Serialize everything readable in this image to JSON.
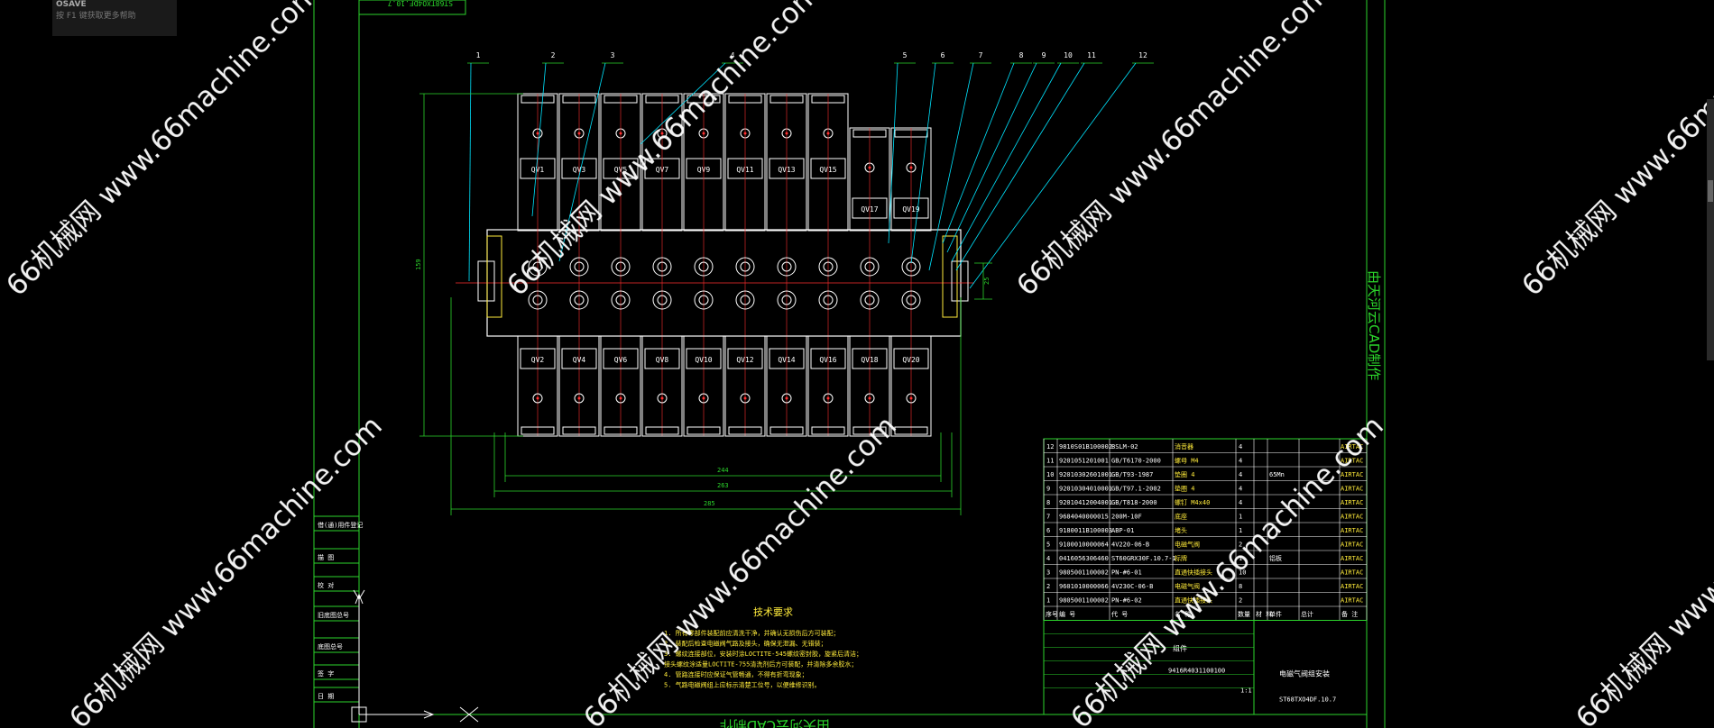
{
  "osave": {
    "title": "OSAVE",
    "line": "按 F1 键获取更多帮助"
  },
  "top_stamp": "ST68TXO4DF.10.7",
  "vertical_label": "由天河云CAD制作",
  "bottom_vertical_label": "由天河云CAD制作",
  "watermark": "66机械网 www.66machine.com",
  "balloons": [
    "1",
    "2",
    "3",
    "4",
    "5",
    "6",
    "7",
    "8",
    "9",
    "10",
    "11",
    "12"
  ],
  "valves_top": [
    "QV1",
    "QV3",
    "QV5",
    "QV7",
    "QV9",
    "QV11",
    "QV13",
    "QV15",
    "QV17",
    "QV19"
  ],
  "valves_bottom": [
    "QV2",
    "QV4",
    "QV6",
    "QV8",
    "QV10",
    "QV12",
    "QV14",
    "QV16",
    "QV18",
    "QV20"
  ],
  "dims": {
    "d1": "244",
    "d2": "263",
    "d3": "285",
    "v1": "159",
    "v2": "25"
  },
  "tech": {
    "title": "技术要求",
    "lines": [
      "1. 所有零部件装配前应清洗干净，并确认无损伤后方可装配；",
      "2. 装配后检查电磁阀气路及接头，确保无泄漏、无错装；",
      "3. 螺纹连接部位，安装时涂LOCTITE-545螺纹密封胶，旋紧后清洁；",
      "   接头螺纹涂适量LOCTITE-755清洗剂后方可装配，并清除多余胶水；",
      "4. 管路连接时应保证气管畅通，不得有折弯现象；",
      "5. 气路电磁阀组上应标示清楚工位号，以便维修识别。"
    ]
  },
  "left_tabs": [
    "借(通)用件登记",
    "描 图",
    "校 对",
    "旧底图总号",
    "底图总号",
    "签 字",
    "日 期"
  ],
  "bom": {
    "rows": [
      {
        "n": "12",
        "code": "9810S01B100002",
        "std": "BSLM-02",
        "name": "消音器",
        "q": "4",
        "brand": "AIRTAC"
      },
      {
        "n": "11",
        "code": "9201051201001",
        "std": "GB/T6170-2000",
        "name": "螺母 M4",
        "q": "4",
        "brand": "AIRTAC"
      },
      {
        "n": "10",
        "code": "92010302601001",
        "std": "GB/T93-1987",
        "name": "垫圈 4",
        "q": "4",
        "mat": "65Mn",
        "brand": "AIRTAC"
      },
      {
        "n": "9",
        "code": "92010304010001",
        "std": "GB/T97.1-2002",
        "name": "垫圈 4",
        "q": "4",
        "brand": "AIRTAC"
      },
      {
        "n": "8",
        "code": "92010412004001",
        "std": "GB/T818-2000",
        "name": "螺钉 M4x40",
        "q": "4",
        "brand": "AIRTAC"
      },
      {
        "n": "7",
        "code": "9684040000015",
        "std": "200M-10F",
        "name": "底座",
        "q": "1",
        "brand": "AIRTAC"
      },
      {
        "n": "6",
        "code": "9180011B100003",
        "std": "ABP-01",
        "name": "堵头",
        "q": "1",
        "brand": "AIRTAC"
      },
      {
        "n": "5",
        "code": "9100010000064",
        "std": "4V220-06-B",
        "name": "电磁气阀",
        "q": "2",
        "brand": "AIRTAC"
      },
      {
        "n": "4",
        "code": "0416056306460",
        "std": "ST60GRX30F.10.7-1",
        "name": "标牌",
        "q": "1",
        "mat": "铝板",
        "brand": "AIRTAC"
      },
      {
        "n": "3",
        "code": "9805001100002",
        "std": "PN-#6-01",
        "name": "直通快插接头",
        "q": "10",
        "brand": "AIRTAC"
      },
      {
        "n": "2",
        "code": "9601010000066",
        "std": "4V230C-06-B",
        "name": "电磁气阀",
        "q": "8",
        "brand": "AIRTAC"
      },
      {
        "n": "1",
        "code": "9805001100002",
        "std": "PN-#6-02",
        "name": "直通快插接头",
        "q": "2",
        "brand": "AIRTAC"
      }
    ],
    "header": [
      "序号",
      "编 号",
      "代 号",
      "名 称",
      "数量",
      "材 料",
      "单件",
      "总计",
      "备 注"
    ],
    "assembly_label": "组件",
    "assembly_code": "9416R4031100100",
    "drawing_title": "电磁气阀组安装",
    "drawing_number": "ST68TXO4DF.10.7",
    "scale": "1:1"
  }
}
